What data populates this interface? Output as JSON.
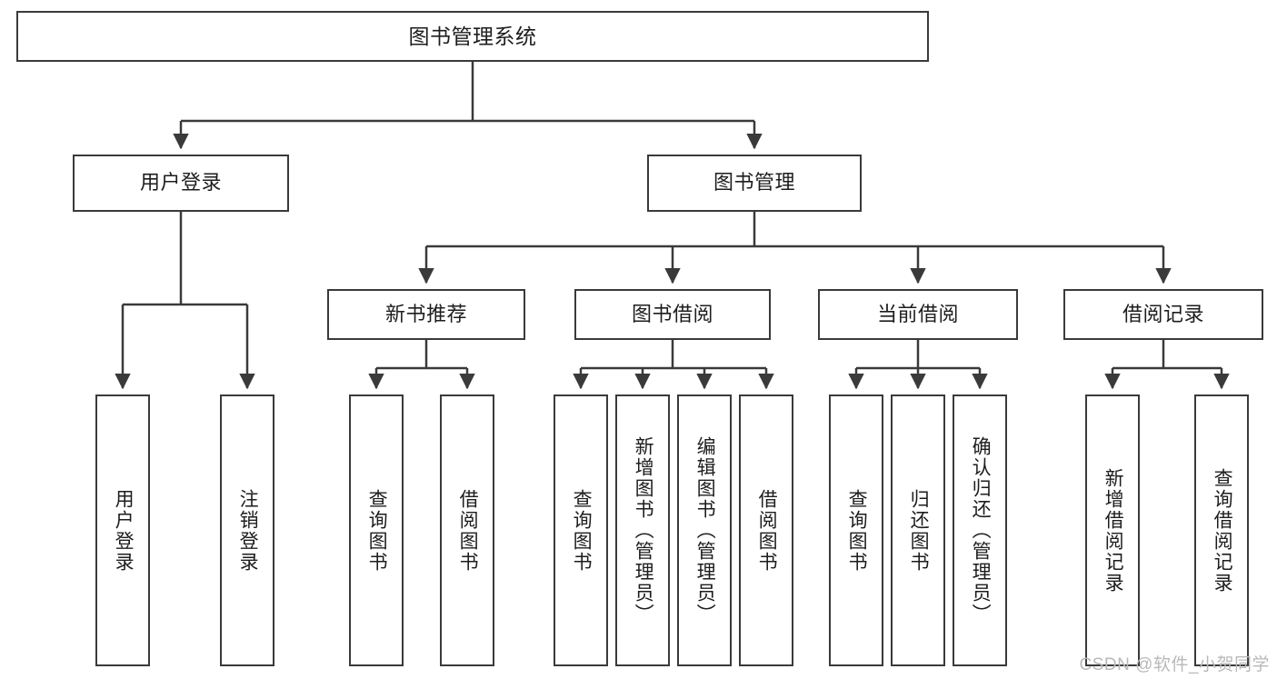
{
  "diagram": {
    "type": "tree",
    "title": "图书管理系统",
    "watermark": "CSDN @软件_小贺同学",
    "colors": {
      "stroke": "#3a3a3a",
      "fill": "#ffffff",
      "text": "#1d1d1d",
      "watermark": "#b9b9b9"
    },
    "levels": {
      "root": {
        "label": "图书管理系统"
      },
      "level2": [
        {
          "id": "user-login",
          "label": "用户登录"
        },
        {
          "id": "book-manage",
          "label": "图书管理"
        }
      ],
      "level3": [
        {
          "id": "new-book-recommend",
          "label": "新书推荐",
          "parent": "book-manage"
        },
        {
          "id": "book-borrow",
          "label": "图书借阅",
          "parent": "book-manage"
        },
        {
          "id": "current-borrow",
          "label": "当前借阅",
          "parent": "book-manage"
        },
        {
          "id": "borrow-record",
          "label": "借阅记录",
          "parent": "book-manage"
        }
      ],
      "leaves": [
        {
          "id": "leaf-user-login",
          "label": "用户登录",
          "parent": "user-login"
        },
        {
          "id": "leaf-logout-login",
          "label": "注销登录",
          "parent": "user-login"
        },
        {
          "id": "leaf-query-book-1",
          "label": "查询图书",
          "parent": "new-book-recommend"
        },
        {
          "id": "leaf-borrow-book-1",
          "label": "借阅图书",
          "parent": "new-book-recommend"
        },
        {
          "id": "leaf-query-book-2",
          "label": "查询图书",
          "parent": "book-borrow"
        },
        {
          "id": "leaf-add-book",
          "label": "新增图书（管理员）",
          "parent": "book-borrow"
        },
        {
          "id": "leaf-edit-book",
          "label": "编辑图书（管理员）",
          "parent": "book-borrow"
        },
        {
          "id": "leaf-borrow-book-2",
          "label": "借阅图书",
          "parent": "book-borrow"
        },
        {
          "id": "leaf-query-book-3",
          "label": "查询图书",
          "parent": "current-borrow"
        },
        {
          "id": "leaf-return-book",
          "label": "归还图书",
          "parent": "current-borrow"
        },
        {
          "id": "leaf-confirm-return",
          "label": "确认归还（管理员）",
          "parent": "current-borrow"
        },
        {
          "id": "leaf-add-record",
          "label": "新增借阅记录",
          "parent": "borrow-record"
        },
        {
          "id": "leaf-query-record",
          "label": "查询借阅记录",
          "parent": "borrow-record"
        }
      ]
    }
  }
}
